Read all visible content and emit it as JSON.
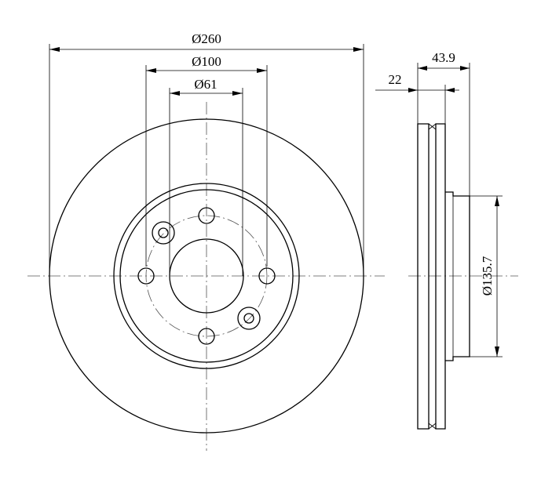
{
  "dimensions": {
    "outer_diameter": "Ø260",
    "bolt_circle_diameter": "Ø100",
    "center_bore_diameter": "Ø61",
    "total_thickness": "43.9",
    "disc_thickness": "22",
    "hat_diameter": "Ø135.7"
  },
  "colors": {
    "line": "#000000",
    "centerline": "#555555",
    "background": "#ffffff"
  }
}
